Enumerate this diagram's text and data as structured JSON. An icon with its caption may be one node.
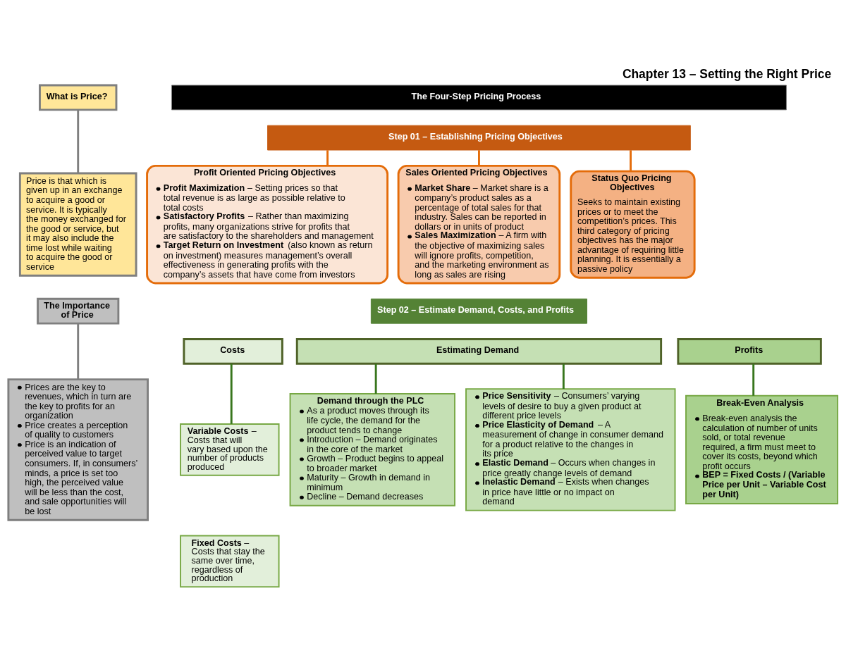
{
  "diagram": {
    "title": "Chapter 13 – Setting the Right Price",
    "nodes": [
      {
        "text": [
          "What is Price?"
        ]
      },
      {
        "text": [
          "Price is that which is given up in an exchange to acquire a good or service. It is typically the money exchanged for the good or service, but it may also include the time lost while waiting to acquire the good or service"
        ]
      },
      {
        "text": [
          "The Importance of Price"
        ]
      },
      {
        "text": [
          "Prices are the key to revenues, which in turn are the key to profits for an organization",
          "Price creates a perception of quality to customers",
          "Price is an indication of perceived value to target consumers. If, in consumers’ minds, a price is set too high, the perceived value will be less than the cost, and sale opportunities will be lost"
        ]
      },
      {
        "text": [
          "The Four-Step Pricing Process"
        ]
      },
      {
        "text": [
          "Step 01 – Establishing Pricing Objectives"
        ]
      },
      {
        "text": [
          "Profit Oriented Pricing Objectives",
          "**Profit Maximization** – Setting prices so that total revenue is as large as possible relative to total costs",
          "**Satisfactory Profits** – Rather than maximizing profits, many organizations strive for profits that are satisfactory to the shareholders and management",
          "**Target Return on Investment** (also known as return on investment) measures management’s overall effectiveness in generating profits with the company’s assets that have come from investors"
        ]
      },
      {
        "text": [
          "Sales Oriented Pricing Objectives",
          "**Market Share** – Market share is a company’s product sales as a percentage of total sales for that industry. Sales can be reported in dollars or in units of product",
          "**Sales Maximization** – A firm with the objective of maximizing sales will ignore profits, competition, and the marketing environment as long as sales are rising"
        ]
      },
      {
        "text": [
          "Status Quo Pricing Objectives",
          "Seeks to maintain existing prices or to meet the competition’s prices. This third category of pricing objectives has the major advantage of requiring little planning. It is essentially a passive policy"
        ]
      },
      {
        "text": [
          "Step 02 – Estimate Demand, Costs, and Profits"
        ]
      },
      {
        "text": [
          "Costs"
        ]
      },
      {
        "text": [
          "Estimating Demand"
        ]
      },
      {
        "text": [
          "Profits"
        ]
      },
      {
        "text": [
          "**Variable Costs** – Costs that will vary based upon the number of products produced"
        ]
      },
      {
        "text": [
          "**Fixed Costs** – Costs that stay the same over time, regardless of production"
        ]
      },
      {
        "text": [
          "Demand through the PLC",
          "As a product moves through its life cycle, the demand for the product tends to change",
          "Introduction – Demand originates in the core of the market",
          "Growth – Product begins to appeal to broader market",
          "Maturity – Growth in demand in minimum",
          "Decline – Demand decreases"
        ]
      },
      {
        "text": [
          "**Price Sensitivity** – Consumers’ varying levels of desire to buy a given product at different price levels",
          "**Price Elasticity of Demand** – A measurement of change in consumer demand for a product relative to the changes in its price",
          "**Elastic Demand** – Occurs when changes in price greatly change levels of demand",
          "**Inelastic Demand** – Exists when changes in price have little or no impact on demand"
        ]
      },
      {
        "text": [
          "Break-Even Analysis",
          "Break-even analysis the calculation of number of units sold, or total revenue required, a firm must meet to cover its costs, beyond which profit occurs",
          "BEP = Fixed Costs / (Variable Price per Unit – Variable Cost per Unit)"
        ]
      }
    ],
    "edges": [
      {
        "from": 0,
        "to": 1,
        "arrow": "none",
        "color": "#7f7f7f"
      },
      {
        "from": 2,
        "to": 3,
        "arrow": "none",
        "color": "#7f7f7f"
      },
      {
        "from": 5,
        "to": 6,
        "arrow": "none",
        "color": "#e46c0a"
      },
      {
        "from": 5,
        "to": 7,
        "arrow": "none",
        "color": "#e46c0a"
      },
      {
        "from": 5,
        "to": 8,
        "arrow": "none",
        "color": "#e46c0a"
      },
      {
        "from": 10,
        "to": 13,
        "arrow": "none"
      },
      {
        "from": 11,
        "to": 15,
        "arrow": "none"
      },
      {
        "from": 11,
        "to": 16,
        "arrow": "none"
      },
      {
        "from": 12,
        "to": 17,
        "arrow": "none"
      }
    ]
  }
}
